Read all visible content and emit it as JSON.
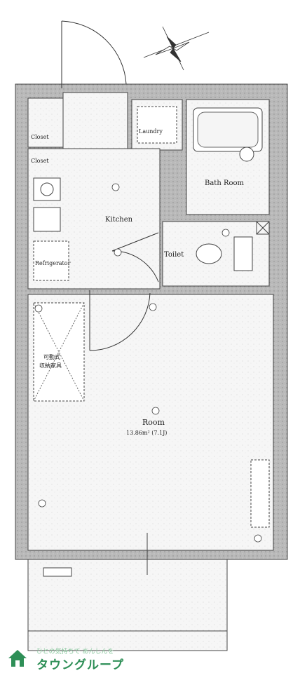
{
  "labels": {
    "closet_top": "Closet",
    "closet_mid": "Closet",
    "laundry": "Laundry",
    "bath_room": "Bath Room",
    "kitchen": "Kitchen",
    "refrigerator": "Refrigerator",
    "toilet": "Toilet",
    "storage_line1": "可動式",
    "storage_line2": "収納家具",
    "room": "Room",
    "room_size": "13.86m² (7.1J)"
  },
  "logo": {
    "tagline": "ひとの気持ちで あんしんを",
    "brand": "タウングループ",
    "color": "#2e8f57"
  },
  "colors": {
    "wall": "#b3b3b3",
    "floor": "#f4f4f4",
    "line": "#333333"
  }
}
